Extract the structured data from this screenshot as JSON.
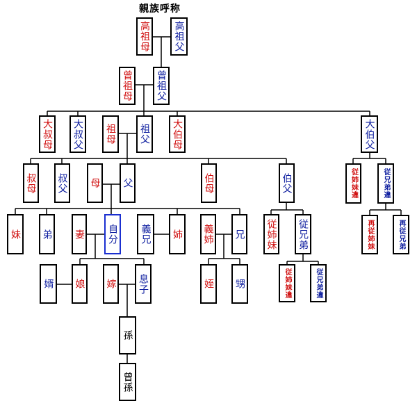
{
  "title": "親族呼称",
  "nodes": {
    "koso_bo": {
      "label": "高祖母",
      "color": "red"
    },
    "koso_fu": {
      "label": "高祖父",
      "color": "blue"
    },
    "soso_bo": {
      "label": "曾祖母",
      "color": "red"
    },
    "soso_fu": {
      "label": "曾祖父",
      "color": "blue"
    },
    "daishuku_bo": {
      "label": "大叔母",
      "color": "red"
    },
    "daishuku_fu": {
      "label": "大叔父",
      "color": "blue"
    },
    "so_bo": {
      "label": "祖母",
      "color": "red"
    },
    "so_fu": {
      "label": "祖父",
      "color": "blue"
    },
    "daihaku_bo": {
      "label": "大伯母",
      "color": "red"
    },
    "daihaku_fu": {
      "label": "大伯父",
      "color": "blue"
    },
    "shuku_bo": {
      "label": "叔母",
      "color": "red"
    },
    "shuku_fu": {
      "label": "叔父",
      "color": "blue"
    },
    "haha": {
      "label": "母",
      "color": "red"
    },
    "chichi": {
      "label": "父",
      "color": "blue"
    },
    "haku_bo": {
      "label": "伯母",
      "color": "red"
    },
    "haku_fu": {
      "label": "伯父",
      "color": "blue"
    },
    "ju_shimai_tou": {
      "label": "従姉妹違",
      "color": "red"
    },
    "ju_kyoudai_tou": {
      "label": "従兄弟違",
      "color": "blue"
    },
    "imouto": {
      "label": "妹",
      "color": "red"
    },
    "otouto": {
      "label": "弟",
      "color": "blue"
    },
    "tsuma": {
      "label": "妻",
      "color": "red"
    },
    "jibun": {
      "label": "自分",
      "color": "blue"
    },
    "gikei": {
      "label": "義兄",
      "color": "blue"
    },
    "ane": {
      "label": "姉",
      "color": "red"
    },
    "gishi": {
      "label": "義姉",
      "color": "red"
    },
    "ani": {
      "label": "兄",
      "color": "blue"
    },
    "ju_shimai": {
      "label": "従姉妹",
      "color": "red"
    },
    "ju_kyoudai": {
      "label": "従兄弟",
      "color": "blue"
    },
    "sai_ju_shimai": {
      "label": "再従姉妹",
      "color": "red"
    },
    "sai_ju_kyoudai": {
      "label": "再従兄弟",
      "color": "blue"
    },
    "muko": {
      "label": "婿",
      "color": "blue"
    },
    "musume": {
      "label": "娘",
      "color": "red"
    },
    "yome": {
      "label": "嫁",
      "color": "red"
    },
    "musuko": {
      "label": "息子",
      "color": "blue"
    },
    "mei": {
      "label": "姪",
      "color": "red"
    },
    "oi": {
      "label": "甥",
      "color": "blue"
    },
    "ju_shimai_tou2": {
      "label": "従姉妹違",
      "color": "red"
    },
    "ju_kyoudai_tou2": {
      "label": "従兄弟違",
      "color": "blue"
    },
    "mago": {
      "label": "孫",
      "color": "black"
    },
    "himago": {
      "label": "曾孫",
      "color": "black"
    }
  }
}
